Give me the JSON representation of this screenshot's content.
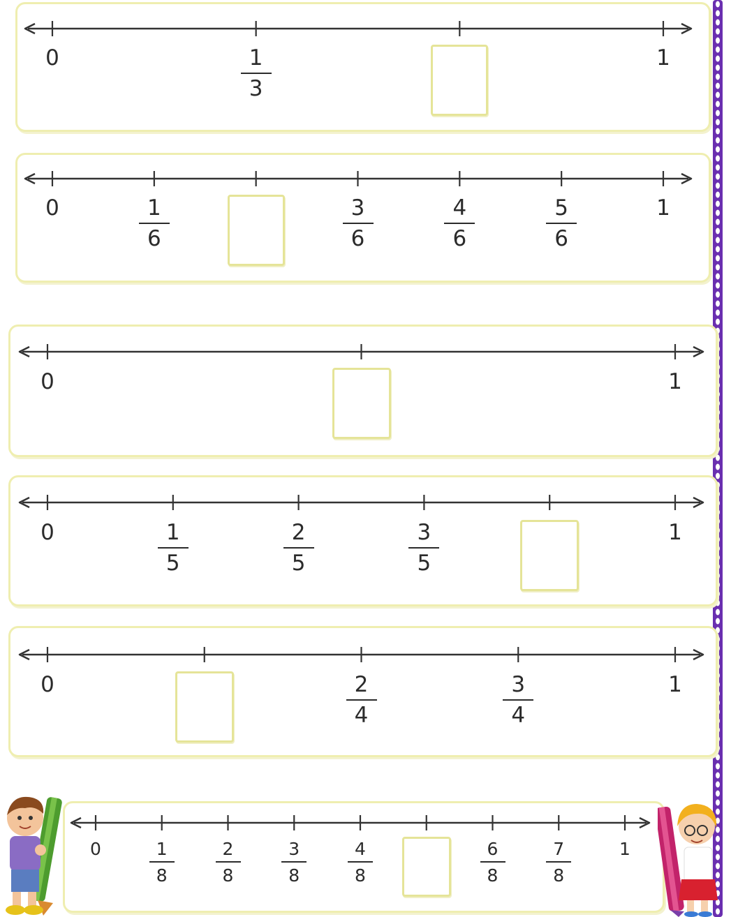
{
  "worksheet": {
    "lines": [
      {
        "ticks": [
          {
            "label": "0"
          },
          {
            "num": "1",
            "den": "3"
          },
          {
            "blank": true
          },
          {
            "label": "1"
          }
        ]
      },
      {
        "ticks": [
          {
            "label": "0"
          },
          {
            "num": "1",
            "den": "6"
          },
          {
            "blank": true
          },
          {
            "num": "3",
            "den": "6"
          },
          {
            "num": "4",
            "den": "6"
          },
          {
            "num": "5",
            "den": "6"
          },
          {
            "label": "1"
          }
        ]
      },
      {
        "ticks": [
          {
            "label": "0"
          },
          {
            "blank": true
          },
          {
            "label": "1"
          }
        ]
      },
      {
        "ticks": [
          {
            "label": "0"
          },
          {
            "num": "1",
            "den": "5"
          },
          {
            "num": "2",
            "den": "5"
          },
          {
            "num": "3",
            "den": "5"
          },
          {
            "blank": true
          },
          {
            "label": "1"
          }
        ]
      },
      {
        "ticks": [
          {
            "label": "0"
          },
          {
            "blank": true
          },
          {
            "num": "2",
            "den": "4"
          },
          {
            "num": "3",
            "den": "4"
          },
          {
            "label": "1"
          }
        ]
      },
      {
        "ticks": [
          {
            "label": "0"
          },
          {
            "num": "1",
            "den": "8"
          },
          {
            "num": "2",
            "den": "8"
          },
          {
            "num": "3",
            "den": "8"
          },
          {
            "num": "4",
            "den": "8"
          },
          {
            "blank": true
          },
          {
            "num": "6",
            "den": "8"
          },
          {
            "num": "7",
            "den": "8"
          },
          {
            "label": "1"
          }
        ]
      }
    ],
    "decor": {
      "left_character": "boy-with-green-crayon",
      "right_character": "girl-with-red-crayon",
      "border_color": "#6a2fb0"
    }
  }
}
